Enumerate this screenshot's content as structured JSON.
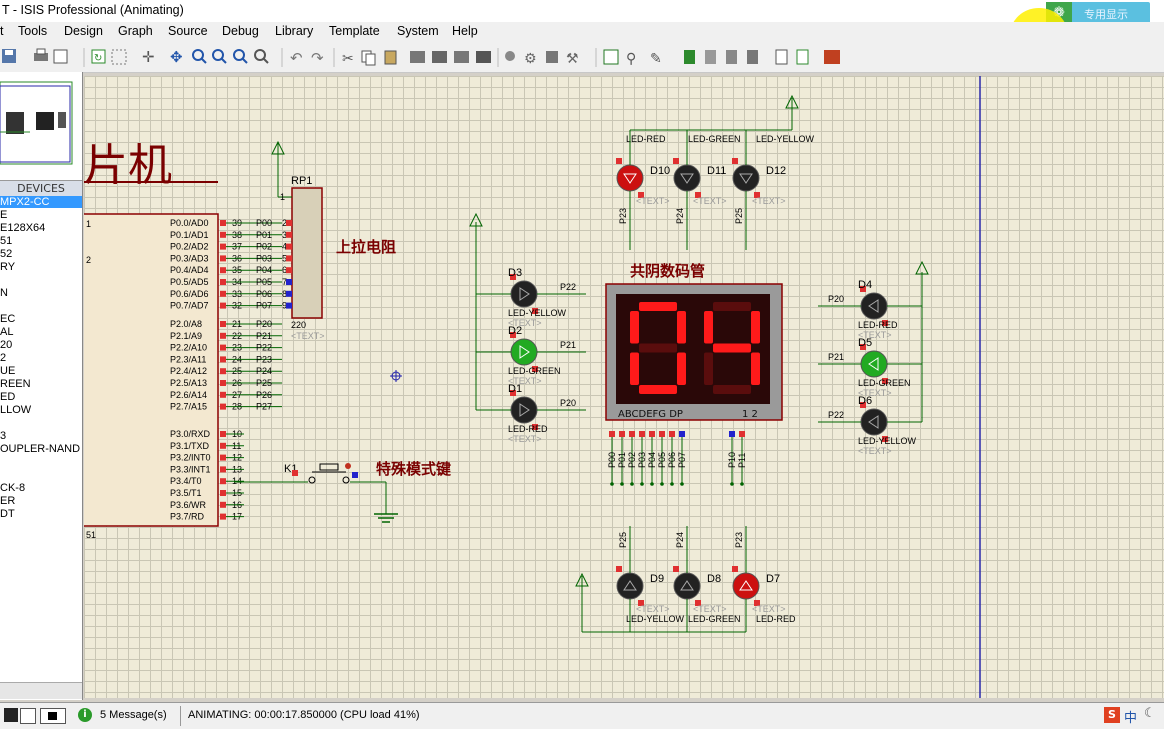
{
  "window": {
    "title": "T - ISIS Professional (Animating)"
  },
  "menu": [
    "t",
    "Tools",
    "Design",
    "Graph",
    "Source",
    "Debug",
    "Library",
    "Template",
    "System",
    "Help"
  ],
  "overlay_button": "专用显示",
  "devices": {
    "header": "DEVICES",
    "items": [
      "MPX2-CC",
      "E",
      "E128X64",
      "51",
      "52",
      "RY",
      "",
      "N",
      "",
      "EC",
      "AL",
      "20",
      "2",
      "UE",
      "REEN",
      "ED",
      "LLOW",
      "",
      "3",
      "OUPLER-NAND",
      "",
      "",
      "CK-8",
      "ER",
      "DT"
    ]
  },
  "schematic": {
    "title": "片机",
    "rp1": {
      "name": "RP1",
      "value": "220",
      "text": "<TEXT>",
      "pins": [
        "1",
        "2",
        "3",
        "4",
        "5",
        "6",
        "7",
        "8",
        "9"
      ]
    },
    "pullup_label": "上拉电阻",
    "display_label": "共阴数码管",
    "special_key_label": "特殊模式键",
    "k1": "K1",
    "mcu_left_pins": [
      "1",
      "2",
      "",
      "51"
    ],
    "mcu_p0": [
      {
        "num": "39",
        "name": "P0.0/AD0",
        "net": "P00"
      },
      {
        "num": "38",
        "name": "P0.1/AD1",
        "net": "P01"
      },
      {
        "num": "37",
        "name": "P0.2/AD2",
        "net": "P02"
      },
      {
        "num": "36",
        "name": "P0.3/AD3",
        "net": "P03"
      },
      {
        "num": "35",
        "name": "P0.4/AD4",
        "net": "P04"
      },
      {
        "num": "34",
        "name": "P0.5/AD5",
        "net": "P05"
      },
      {
        "num": "33",
        "name": "P0.6/AD6",
        "net": "P06"
      },
      {
        "num": "32",
        "name": "P0.7/AD7",
        "net": "P07"
      }
    ],
    "mcu_p2": [
      {
        "num": "21",
        "name": "P2.0/A8",
        "net": "P20"
      },
      {
        "num": "22",
        "name": "P2.1/A9",
        "net": "P21"
      },
      {
        "num": "23",
        "name": "P2.2/A10",
        "net": "P22"
      },
      {
        "num": "24",
        "name": "P2.3/A11",
        "net": "P23"
      },
      {
        "num": "25",
        "name": "P2.4/A12",
        "net": "P24"
      },
      {
        "num": "26",
        "name": "P2.5/A13",
        "net": "P25"
      },
      {
        "num": "27",
        "name": "P2.6/A14",
        "net": "P26"
      },
      {
        "num": "28",
        "name": "P2.7/A15",
        "net": "P27"
      }
    ],
    "mcu_p3": [
      {
        "num": "10",
        "name": "P3.0/RXD"
      },
      {
        "num": "11",
        "name": "P3.1/TXD"
      },
      {
        "num": "12",
        "name": "P3.2/INT0"
      },
      {
        "num": "13",
        "name": "P3.3/INT1"
      },
      {
        "num": "14",
        "name": "P3.4/T0"
      },
      {
        "num": "15",
        "name": "P3.5/T1"
      },
      {
        "num": "16",
        "name": "P3.6/WR"
      },
      {
        "num": "17",
        "name": "P3.7/RD"
      }
    ],
    "seven_seg": {
      "digits": "04",
      "pinlabel": "ABCDEFG  DP",
      "digitlabel": "1 2",
      "nets": [
        "P00",
        "P01",
        "P02",
        "P03",
        "P04",
        "P05",
        "P06",
        "P07",
        "P10",
        "P11"
      ]
    },
    "leds": [
      {
        "ref": "D10",
        "type": "LED-RED",
        "net": "P23",
        "lit": true,
        "color": "#cc1010"
      },
      {
        "ref": "D11",
        "type": "LED-GREEN",
        "net": "P24",
        "lit": false,
        "color": "#222"
      },
      {
        "ref": "D12",
        "type": "LED-YELLOW",
        "net": "P25",
        "lit": false,
        "color": "#222"
      },
      {
        "ref": "D3",
        "type": "LED-YELLOW",
        "net": "P22",
        "lit": false,
        "color": "#222"
      },
      {
        "ref": "D2",
        "type": "LED-GREEN",
        "net": "P21",
        "lit": true,
        "color": "#22aa22"
      },
      {
        "ref": "D1",
        "type": "LED-RED",
        "net": "P20",
        "lit": false,
        "color": "#222"
      },
      {
        "ref": "D4",
        "type": "LED-RED",
        "net": "P20",
        "lit": false,
        "color": "#222"
      },
      {
        "ref": "D5",
        "type": "LED-GREEN",
        "net": "P21",
        "lit": true,
        "color": "#22aa22"
      },
      {
        "ref": "D6",
        "type": "LED-YELLOW",
        "net": "P22",
        "lit": false,
        "color": "#222"
      },
      {
        "ref": "D9",
        "type": "LED-YELLOW",
        "net": "P25",
        "lit": false,
        "color": "#222"
      },
      {
        "ref": "D8",
        "type": "LED-GREEN",
        "net": "P24",
        "lit": false,
        "color": "#222"
      },
      {
        "ref": "D7",
        "type": "LED-RED",
        "net": "P23",
        "lit": true,
        "color": "#cc1010"
      }
    ],
    "text_placeholder": "<TEXT>"
  },
  "status": {
    "messages": "5 Message(s)",
    "animating": "ANIMATING: 00:00:17.850000 (CPU load 41%)"
  },
  "tray": {
    "input_method": "中"
  },
  "colors": {
    "wire": "#006400",
    "component_outline": "#8b0000",
    "title_text": "#7a0000",
    "segment_on": "#ff1a1a",
    "segment_off": "#5a0d0d"
  }
}
